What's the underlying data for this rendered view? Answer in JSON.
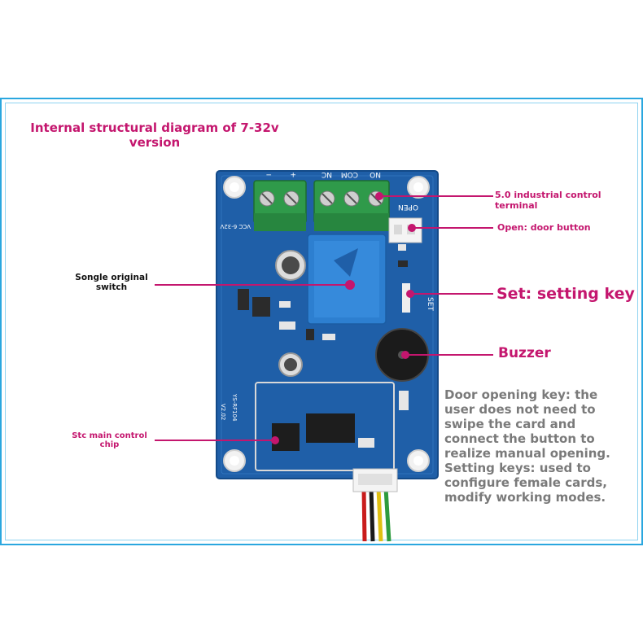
{
  "title": {
    "line1": "Internal structural diagram of 7-32v",
    "line2": "version"
  },
  "labels": {
    "terminal": "5.0 industrial control terminal",
    "open_button": "Open: door button",
    "set_key": "Set: setting key",
    "buzzer": "Buzzer",
    "switch": [
      "Songle original",
      "switch"
    ],
    "chip": [
      "Stc main control",
      "chip"
    ]
  },
  "board_text": {
    "terminal_left": [
      "−",
      "+"
    ],
    "terminal_right": [
      "NC",
      "COM",
      "NO"
    ],
    "open": "OPEN",
    "set": "SET",
    "voltage": "VCC 6-32V",
    "model": [
      "YS-RF104",
      "V2.02"
    ]
  },
  "description": [
    "Door opening key: the",
    "user does not need to",
    "swipe the card and",
    "connect the button to",
    "realize manual opening.",
    "Setting keys: used to",
    "configure female cards,",
    "modify working modes."
  ],
  "colors": {
    "accent": "#c4166e",
    "board": "#1f5fa8",
    "terminal": "#2f9a4a",
    "relay": "#2d7fd0",
    "frame": "#2aa7df"
  }
}
